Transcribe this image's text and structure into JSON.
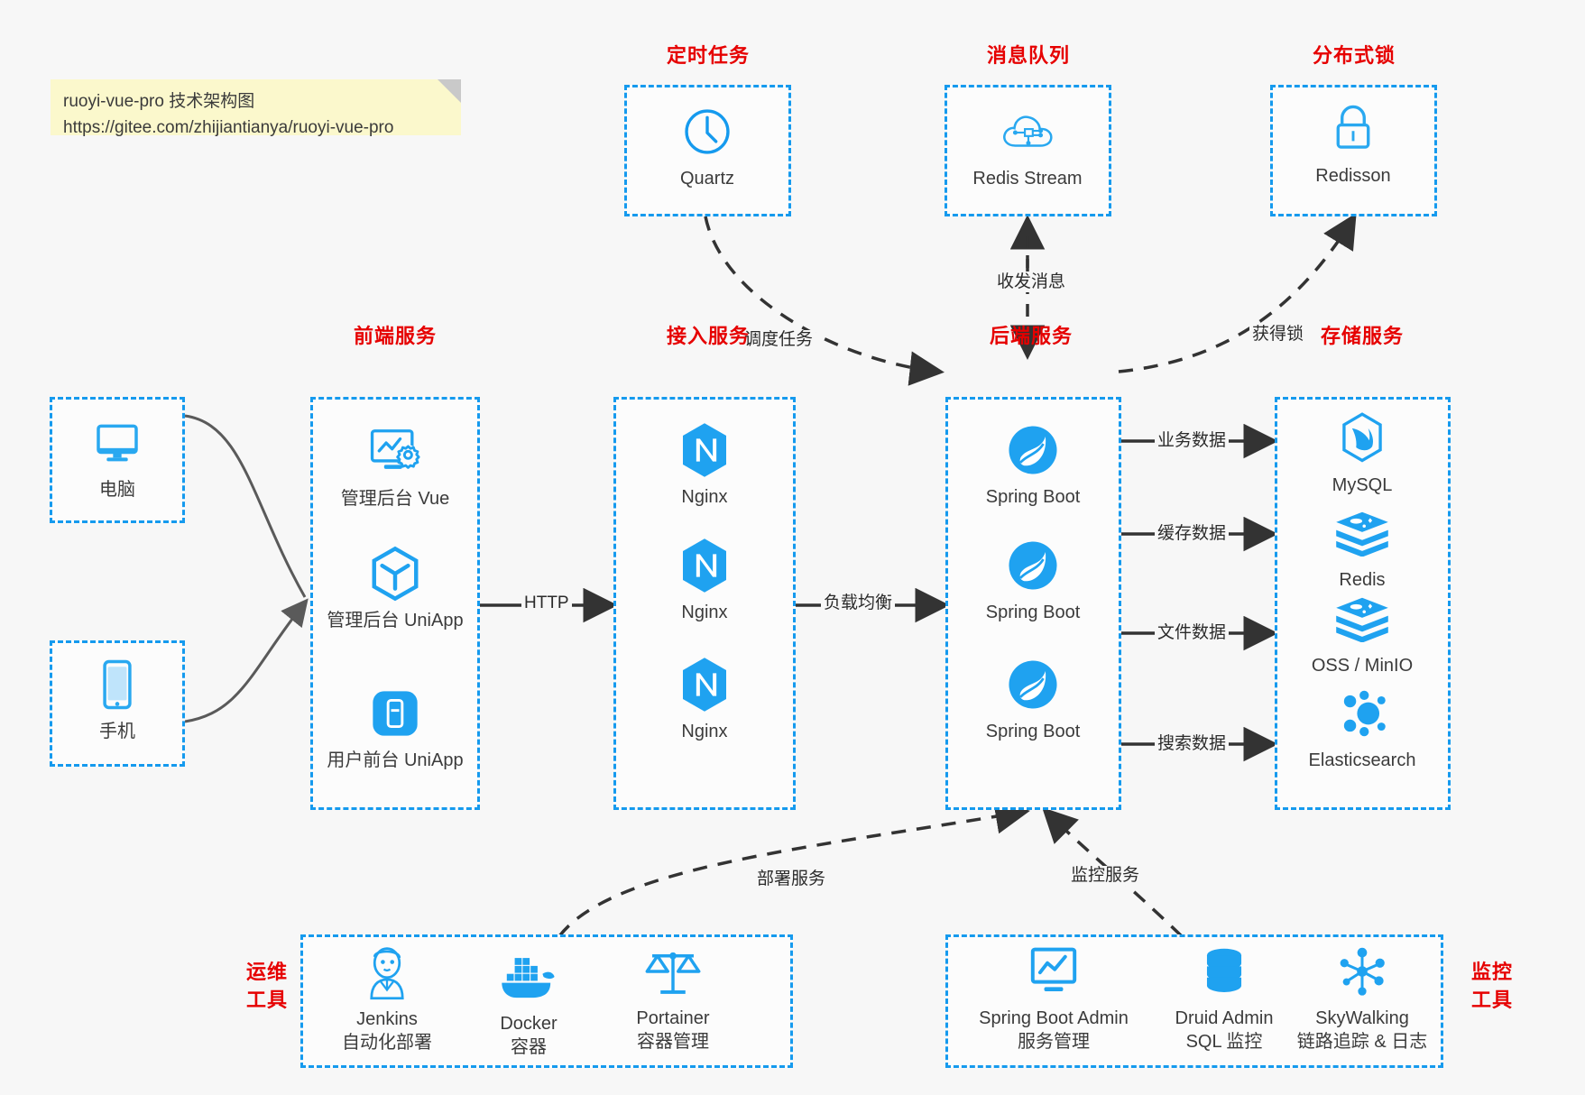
{
  "note": {
    "line1": "ruoyi-vue-pro 技术架构图",
    "line2": "https://gitee.com/zhijiantianya/ruoyi-vue-pro"
  },
  "colors": {
    "accent": "#159aee",
    "title": "#e60000",
    "background": "#f7f7f7",
    "note": "#fbf8cc",
    "arrow": "#333333",
    "device_arrow": "#5a5a5a"
  },
  "groups": {
    "schedule": {
      "title": "定时任务",
      "items": [
        {
          "label": "Quartz",
          "icon": "clock-icon"
        }
      ]
    },
    "mq": {
      "title": "消息队列",
      "items": [
        {
          "label": "Redis Stream",
          "icon": "cloud-network-icon"
        }
      ]
    },
    "lock": {
      "title": "分布式锁",
      "items": [
        {
          "label": "Redisson",
          "icon": "padlock-icon"
        }
      ]
    },
    "devices": {
      "items": [
        {
          "label": "电脑",
          "icon": "desktop-icon"
        },
        {
          "label": "手机",
          "icon": "mobile-icon"
        }
      ]
    },
    "frontend": {
      "title": "前端服务",
      "items": [
        {
          "label": "管理后台 Vue",
          "icon": "dashboard-gear-icon"
        },
        {
          "label": "管理后台 UniApp",
          "icon": "cube-icon"
        },
        {
          "label": "用户前台 UniApp",
          "icon": "phone-app-icon"
        }
      ]
    },
    "gateway": {
      "title": "接入服务",
      "items": [
        {
          "label": "Nginx",
          "icon": "nginx-icon"
        },
        {
          "label": "Nginx",
          "icon": "nginx-icon"
        },
        {
          "label": "Nginx",
          "icon": "nginx-icon"
        }
      ]
    },
    "backend": {
      "title": "后端服务",
      "items": [
        {
          "label": "Spring Boot",
          "icon": "spring-boot-icon"
        },
        {
          "label": "Spring Boot",
          "icon": "spring-boot-icon"
        },
        {
          "label": "Spring Boot",
          "icon": "spring-boot-icon"
        }
      ]
    },
    "storage": {
      "title": "存储服务",
      "items": [
        {
          "label": "MySQL",
          "icon": "mysql-icon"
        },
        {
          "label": "Redis",
          "icon": "redis-icon"
        },
        {
          "label": "OSS / MinIO",
          "icon": "redis-icon"
        },
        {
          "label": "Elasticsearch",
          "icon": "elasticsearch-icon"
        }
      ]
    },
    "devops": {
      "title_line1": "运维",
      "title_line2": "工具",
      "items": [
        {
          "label": "Jenkins",
          "sub": "自动化部署",
          "icon": "jenkins-icon"
        },
        {
          "label": "Docker",
          "sub": "容器",
          "icon": "docker-icon"
        },
        {
          "label": "Portainer",
          "sub": "容器管理",
          "icon": "scales-icon"
        }
      ]
    },
    "monitor": {
      "title_line1": "监控",
      "title_line2": "工具",
      "items": [
        {
          "label": "Spring Boot Admin",
          "sub": "服务管理",
          "icon": "monitor-chart-icon"
        },
        {
          "label": "Druid Admin",
          "sub": "SQL 监控",
          "icon": "database-icon"
        },
        {
          "label": "SkyWalking",
          "sub": "链路追踪 & 日志",
          "icon": "skywalking-icon"
        }
      ]
    }
  },
  "edges": {
    "schedule_to_backend": "调度任务",
    "mq_to_backend": "收发消息",
    "backend_to_lock": "获得锁",
    "frontend_to_gateway": "HTTP",
    "gateway_to_backend": "负载均衡",
    "backend_to_mysql": "业务数据",
    "backend_to_redis": "缓存数据",
    "backend_to_oss": "文件数据",
    "backend_to_es": "搜索数据",
    "devops_to_backend": "部署服务",
    "monitor_to_backend": "监控服务"
  }
}
